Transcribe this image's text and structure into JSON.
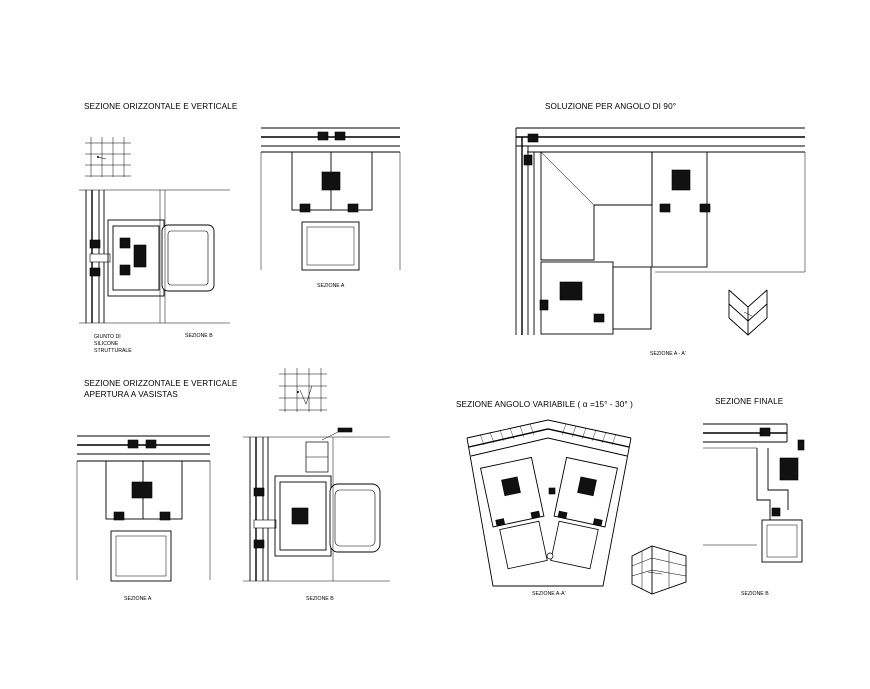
{
  "titles": {
    "top_left": "SEZIONE ORIZZONTALE E VERTICALE",
    "top_right": "SOLUZIONE  PER ANGOLO DI 90°",
    "mid_left_line1": "SEZIONE ORIZZONTALE E VERTICALE",
    "mid_left_line2": "APERTURA A VASISTAS",
    "mid_center": "SEZIONE ANGOLO VARIABILE  ( α =15° - 30° )",
    "mid_right": "SEZIONE FINALE"
  },
  "labels": {
    "giunto_line1": "GIUNTO DI",
    "giunto_line2": "SILICONE",
    "giunto_line3": "STRUTTURALE",
    "sezione_b_top": "SEZIONE  B",
    "sezione_a_top": "SEZIONE A",
    "sezione_a_a_top": "SEZIONE A - A'",
    "sezione_a_bottom": "SEZIONE A",
    "sezione_b_bottom": "SEZIONE B",
    "sezione_a_a_bottom": "SEZIONE A-A'",
    "sezione_b_final": "SEZIONE B"
  },
  "colors": {
    "line": "#000000",
    "background": "#ffffff",
    "profile_fill": "#111111"
  }
}
